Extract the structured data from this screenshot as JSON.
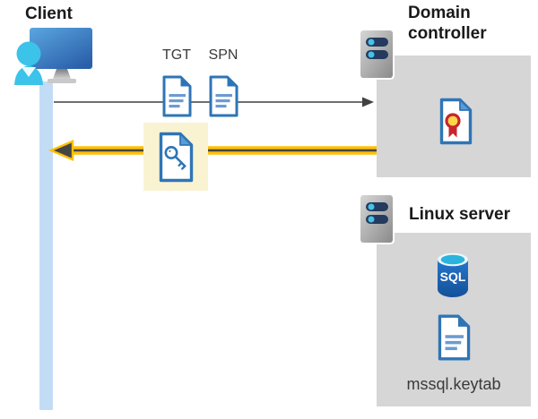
{
  "client": {
    "label": "Client",
    "icon": "person-at-computer-icon"
  },
  "flows": {
    "request": {
      "direction": "client-to-domain-controller",
      "arrow_color": "#595959",
      "tickets": {
        "tgt_label": "TGT",
        "spn_label": "SPN",
        "icon": "document-icon"
      }
    },
    "response": {
      "direction": "domain-controller-to-client",
      "arrow_color": "#FFC003",
      "highlight_color": "#FAF3D2",
      "icon": "key-document-icon"
    }
  },
  "domain_controller": {
    "label": "Domain controller",
    "server_icon": "server-icon",
    "content_icon": "certificate-icon"
  },
  "linux_server": {
    "label": "Linux server",
    "server_icon": "server-icon",
    "sql_label": "SQL",
    "database_icon": "sql-database-icon",
    "file_icon": "document-icon",
    "keytab_label": "mssql.keytab"
  },
  "colors": {
    "lifeline_blue": "#C3DCF6",
    "box_gray": "#D6D6D6",
    "doc_border_blue": "#2E75B6",
    "doc_line_blue": "#6B9BD2",
    "gold": "#FFC003",
    "highlight_yellow": "#FAF3D2",
    "person_cyan": "#3BC3E9",
    "server_bar_navy": "#243A5E"
  }
}
